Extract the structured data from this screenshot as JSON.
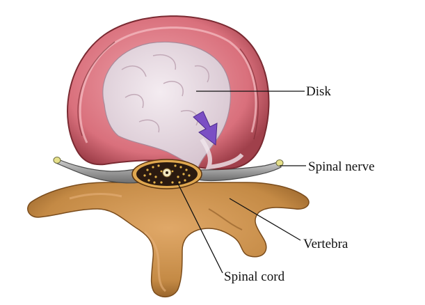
{
  "labels": {
    "disk": "Disk",
    "spinal_nerve": "Spinal nerve",
    "vertebra": "Vertebra",
    "spinal_cord": "Spinal cord"
  },
  "colors": {
    "annulus": "#d9707c",
    "annulus_dark": "#b04a55",
    "nucleus": "#e8dce4",
    "arrow": "#7b4fc4",
    "bone": "#c48a45",
    "bone_dark": "#8c5a24",
    "nerve": "#9a9a9a",
    "cord_dark": "#2b1a10",
    "cord_dots": "#e2b24a"
  }
}
